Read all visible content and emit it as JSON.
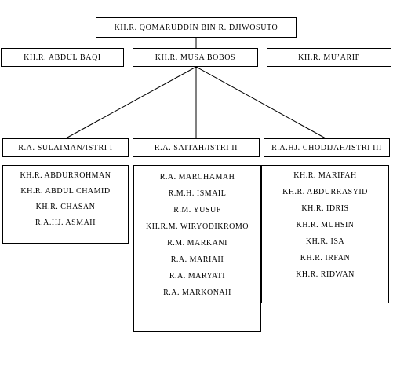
{
  "root": "KH.R. QOMARUDDIN BIN R. DJIWOSUTO",
  "children": {
    "left": "KH.R. ABDUL BAQI",
    "center": "KH.R. MUSA BOBOS",
    "right": "KH.R. MU’ARIF"
  },
  "wives": [
    {
      "label": "R.A. SULAIMAN/ISTRI I",
      "children": [
        "KH.R. ABDURROHMAN",
        "KH.R. ABDUL CHAMID",
        "KH.R. CHASAN",
        "R.A.HJ. ASMAH"
      ]
    },
    {
      "label": "R.A. SAITAH/ISTRI II",
      "children": [
        "R.A. MARCHAMAH",
        "R.M.H. ISMAIL",
        "R.M. YUSUF",
        "KH.R.M. WIRYODIKROMO",
        "R.M. MARKANI",
        "R.A. MARIAH",
        "R.A. MARYATI",
        "R.A. MARKONAH"
      ]
    },
    {
      "label": "R.A.HJ. CHODIJAH/ISTRI III",
      "children": [
        "KH.R. MARIFAH",
        "KH.R. ABDURRASYID",
        "KH.R. IDRIS",
        "KH.R. MUHSIN",
        "KH.R. ISA",
        "KH.R. IRFAN",
        "KH.R. RIDWAN"
      ]
    }
  ]
}
